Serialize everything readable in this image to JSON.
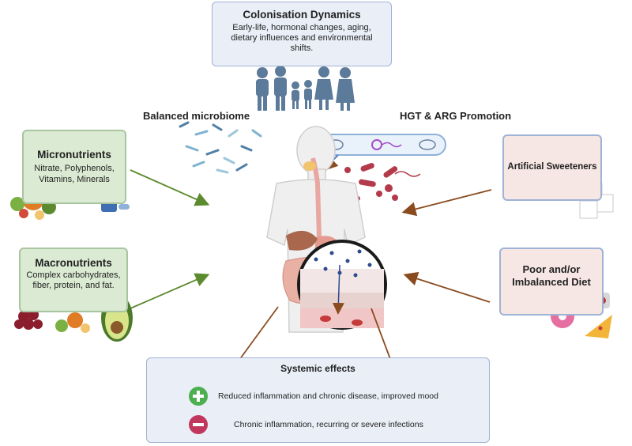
{
  "colonisation": {
    "title": "Colonisation Dynamics",
    "text": "Early-life, hormonal changes, aging, dietary influences and environmental shifts."
  },
  "labels": {
    "balanced": "Balanced microbiome",
    "hgt": "HGT & ARG Promotion"
  },
  "micronutrients": {
    "title": "Micronutrients",
    "text": "Nitrate, Polyphenols, Vitamins, Minerals"
  },
  "macronutrients": {
    "title": "Macronutrients",
    "text": "Complex carbohydrates, fiber, protein, and fat."
  },
  "sweeteners": {
    "title": "Artificial Sweeteners"
  },
  "poor_diet": {
    "title": "Poor and/or Imbalanced Diet"
  },
  "systemic": {
    "title": "Systemic effects",
    "positive": "Reduced inflammation and chronic disease, improved mood",
    "negative": "Chronic inflammation, recurring or severe infections"
  },
  "colors": {
    "blue_box_fill": "#e9eef7",
    "blue_box_border": "#9fb3d6",
    "green_box_fill": "#dbead3",
    "green_box_border": "#a9c5a0",
    "red_box_fill": "#f6e7e4",
    "red_box_border": "#9fb3d6",
    "green_arrow": "#5c8a2e",
    "brown_arrow": "#8a4b1f",
    "plus_green": "#4caf50",
    "minus_red": "#c2375e"
  }
}
